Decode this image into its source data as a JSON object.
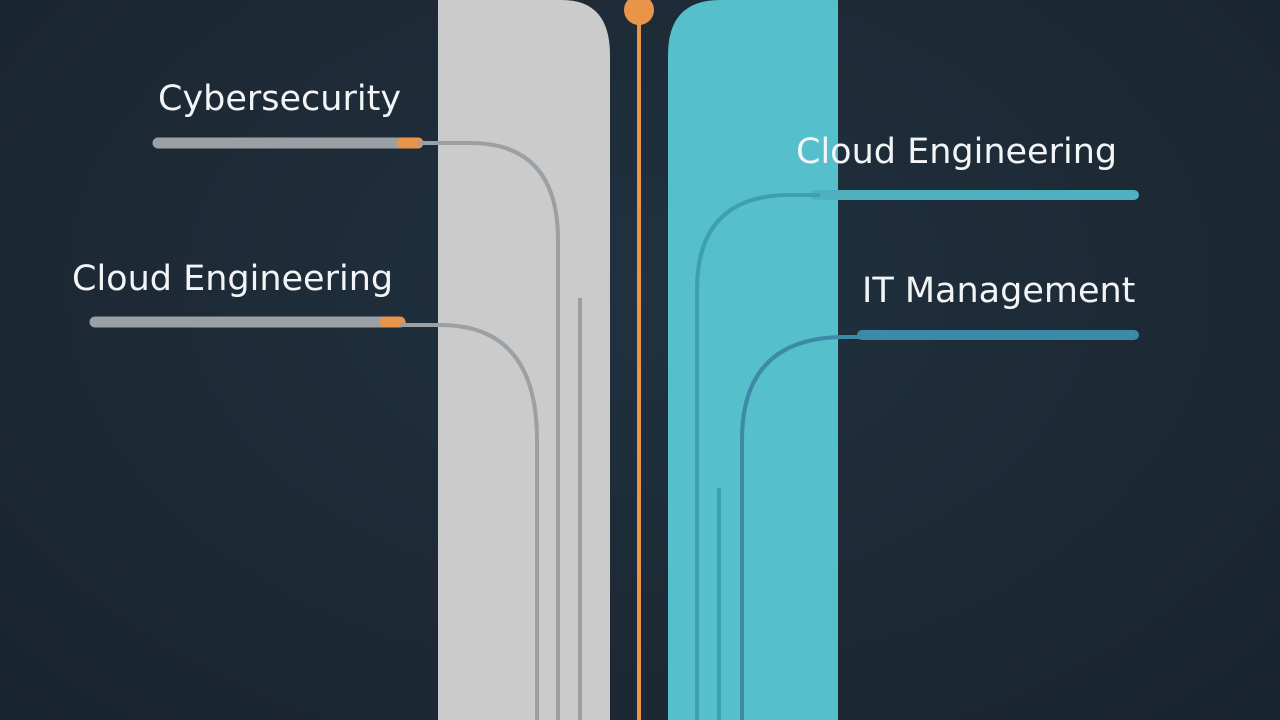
{
  "labels": {
    "left": [
      {
        "text": "Cybersecurity"
      },
      {
        "text": "Cloud Engineering"
      }
    ],
    "right": [
      {
        "text": "Cloud Engineering"
      },
      {
        "text": "IT Management"
      }
    ]
  },
  "colors": {
    "background": "#1e2a36",
    "left_column": "#cbcbcb",
    "right_column": "#55bfcb",
    "center_line": "#e8954a",
    "left_connector": "#9aa0a4",
    "left_tip": "#e8954a",
    "right_connector_top": "#4fb1c0",
    "right_connector_bottom": "#3b8aa8",
    "label_text": "#f2f4f6"
  }
}
